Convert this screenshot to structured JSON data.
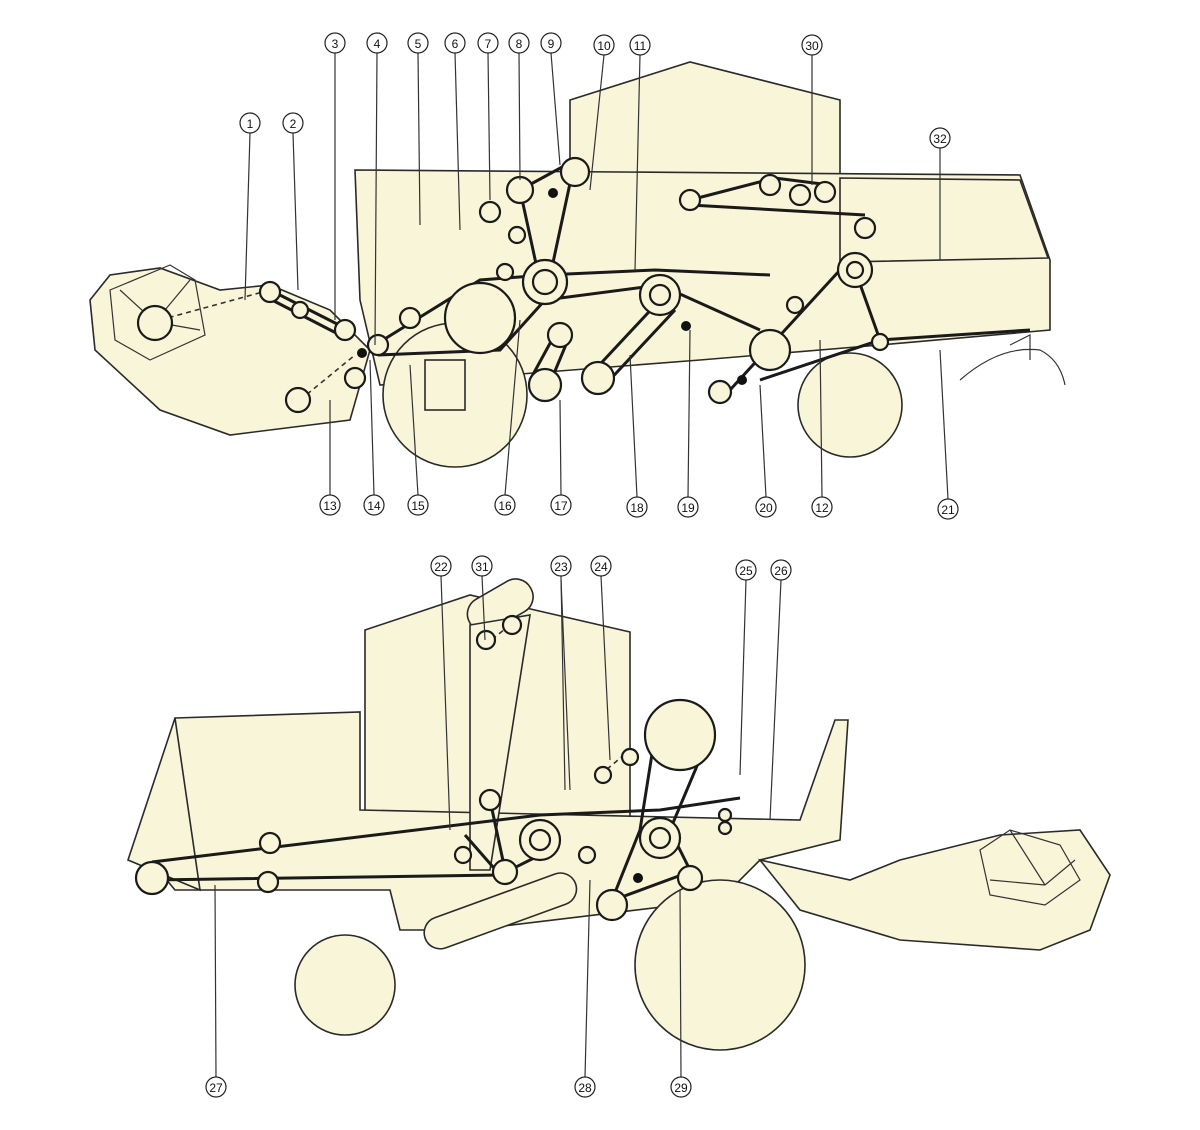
{
  "top_view": {
    "callouts": [
      "1",
      "2",
      "3",
      "4",
      "5",
      "6",
      "7",
      "8",
      "9",
      "10",
      "11",
      "30",
      "32",
      "13",
      "14",
      "15",
      "16",
      "17",
      "18",
      "19",
      "20",
      "12",
      "21"
    ]
  },
  "bottom_view": {
    "callouts": [
      "22",
      "31",
      "23",
      "24",
      "25",
      "26",
      "27",
      "28",
      "29"
    ]
  }
}
